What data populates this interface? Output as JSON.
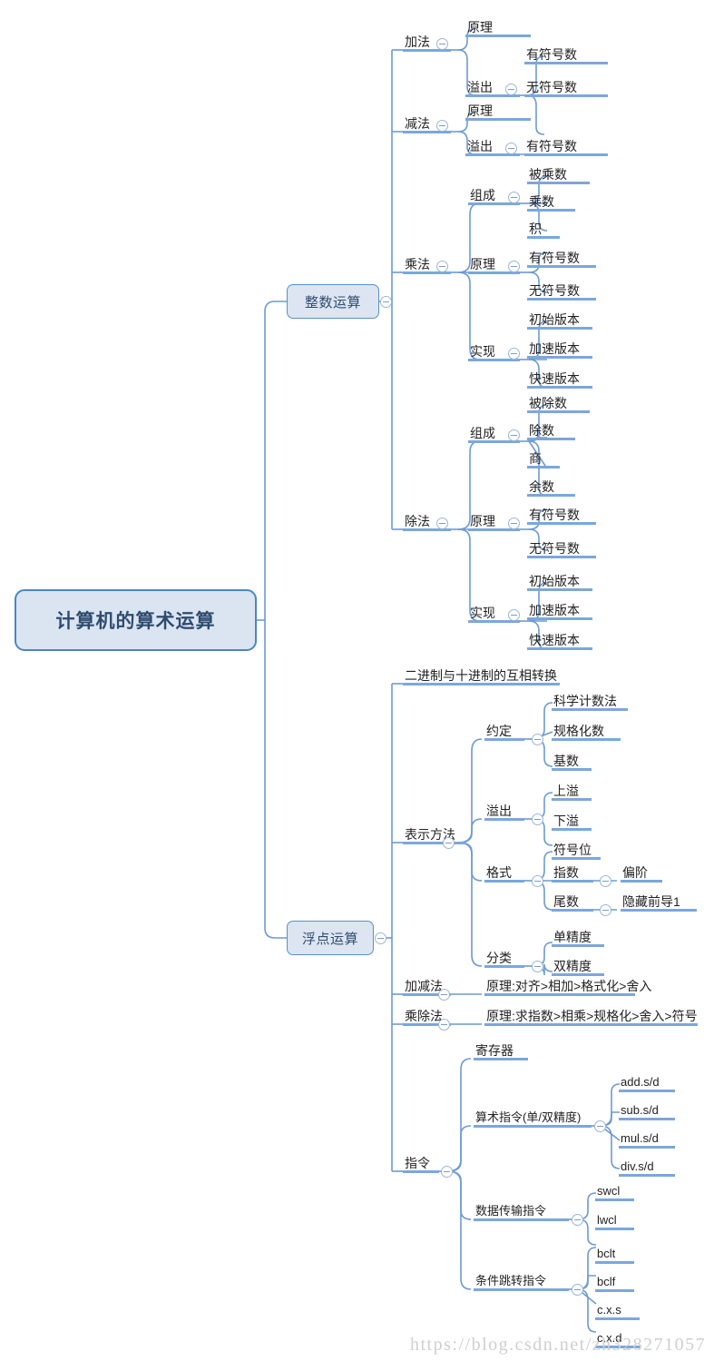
{
  "root": {
    "label": "计算机的算术运算"
  },
  "watermark": {
    "text": "https://blog.csdn.net/zh328271057"
  },
  "branches": {
    "integer": {
      "label": "整数运算"
    },
    "float": {
      "label": "浮点运算"
    }
  },
  "nodes": {
    "addition": "加法",
    "add_principle": "原理",
    "add_overflow": "溢出",
    "add_of_signed": "有符号数",
    "add_of_unsigned": "无符号数",
    "subtraction": "减法",
    "sub_principle": "原理",
    "sub_overflow": "溢出",
    "sub_of_signed": "有符号数",
    "multiplication": "乘法",
    "mul_compose": "组成",
    "mul_multiplicand": "被乘数",
    "mul_multiplier": "乘数",
    "mul_product": "积",
    "mul_principle": "原理",
    "mul_signed": "有符号数",
    "mul_unsigned": "无符号数",
    "mul_impl": "实现",
    "mul_impl_v1": "初始版本",
    "mul_impl_v2": "加速版本",
    "mul_impl_v3": "快速版本",
    "division": "除法",
    "div_compose": "组成",
    "div_dividend": "被除数",
    "div_divisor": "除数",
    "div_quotient": "商",
    "div_remainder": "余数",
    "div_principle": "原理",
    "div_signed": "有符号数",
    "div_unsigned": "无符号数",
    "div_impl": "实现",
    "div_impl_v1": "初始版本",
    "div_impl_v2": "加速版本",
    "div_impl_v3": "快速版本",
    "bin_dec_convert": "二进制与十进制的互相转换",
    "representation": "表示方法",
    "convention": "约定",
    "sci_notation": "科学计数法",
    "normalized": "规格化数",
    "radix": "基数",
    "fp_overflow": "溢出",
    "overflow_up": "上溢",
    "overflow_down": "下溢",
    "format": "格式",
    "sign_bit": "符号位",
    "exponent": "指数",
    "bias": "偏阶",
    "mantissa": "尾数",
    "hidden_leading_one": "隐藏前导1",
    "classification": "分类",
    "single_precision": "单精度",
    "double_precision": "双精度",
    "add_sub": "加减法",
    "add_sub_principle": "原理:对齐>相加>格式化>舍入",
    "mul_div": "乘除法",
    "mul_div_principle": "原理:求指数>相乘>规格化>舍入>符号",
    "instructions": "指令",
    "registers": "寄存器",
    "arith_instr": "算术指令(单/双精度)",
    "instr_add": "add.s/d",
    "instr_sub": "sub.s/d",
    "instr_mul": "mul.s/d",
    "instr_div": "div.s/d",
    "data_transfer": "数据传输指令",
    "instr_swcl": "swcl",
    "instr_lwcl": "lwcl",
    "cond_branch": "条件跳转指令",
    "instr_bclt": "bclt",
    "instr_bclf": "bclf",
    "instr_cxs": "c.x.s",
    "instr_cxd": "c.x.d"
  },
  "colors": {
    "node_fill": "#dce5f1",
    "node_border": "#4a86c8",
    "underline": "#7ba7dc",
    "wire": "#6d9ad4",
    "text": "#222222",
    "root_text": "#2f4c70"
  }
}
